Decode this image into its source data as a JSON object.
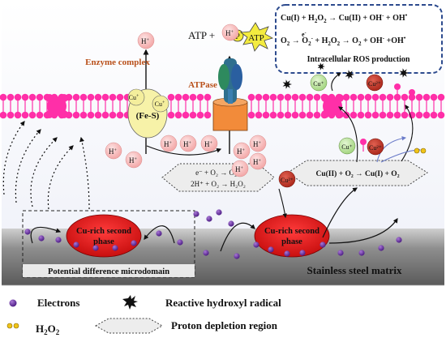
{
  "protons": {
    "ion": "H",
    "sup": "+"
  },
  "enzyme": {
    "label": "Enzyme complex",
    "center": "(Fe-S)",
    "cu_plus": "Cu",
    "cu_sup": "+"
  },
  "atp": {
    "equation": "ATP + ",
    "p": "P",
    "product": "ATP",
    "label": "ATPase"
  },
  "ros_box": {
    "line1_parts": [
      "Cu(I) + H",
      "2",
      "O",
      "2",
      " → Cu(II) + OH",
      "-",
      " + OH",
      "•"
    ],
    "line2_above": "e",
    "line2_above_sup": "-",
    "line2_parts": [
      "O",
      "2",
      " → O",
      "2",
      "-",
      " + H",
      "2",
      "O",
      "2",
      " → O",
      "2",
      " + OH",
      "-",
      " +OH",
      "•"
    ],
    "caption": "Intracellular ROS production"
  },
  "cathodic": {
    "line1": "e⁻ + O₂ → O₂⁻",
    "line2": "2H⁺ + O₂ → H₂O₂"
  },
  "copper_redox": {
    "equation": "Cu(II) + O₂ → Cu(I) + O₂"
  },
  "ions": {
    "cu_plus": "Cu⁺",
    "cu_2plus": "Cu²⁺"
  },
  "phases": {
    "left": [
      "Cu-rich second",
      "phase"
    ],
    "right": [
      "Cu-rich second",
      "phase"
    ]
  },
  "microdomain": {
    "label": "Potential difference microdomain"
  },
  "matrix": {
    "label": "Stainless steel matrix"
  },
  "legend": {
    "electrons": "Electrons",
    "hydroxyl": "Reactive hydroxyl radical",
    "h2o2_main": "H",
    "h2o2_sub1": "2",
    "h2o2_o": "O",
    "h2o2_sub2": "2",
    "proton_depletion": "Proton depletion region"
  },
  "colors": {
    "membrane": "#ff2fa8",
    "proton": "#f6b3b3",
    "cu_plus": "#bfe6a0",
    "cu_2plus": "#c0392b",
    "phase": "#e01a1a",
    "electron": "#6a2d9f",
    "matrix": "#8c8c8c",
    "enzyme_label": "#b9501a"
  }
}
